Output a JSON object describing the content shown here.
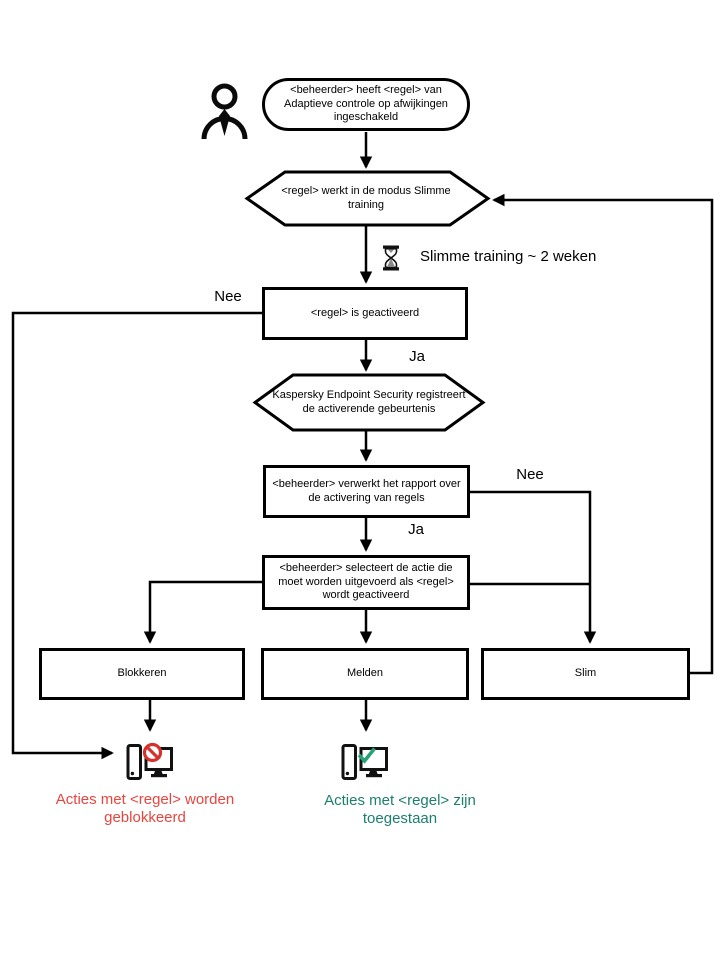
{
  "nodes": {
    "start": {
      "lines": [
        "<beheerder> heeft <regel> van",
        "Adaptieve controle op afwijkingen",
        "ingeschakeld"
      ]
    },
    "training_mode": {
      "lines": [
        "<regel> werkt in de modus Slimme",
        "training"
      ]
    },
    "rule_triggered": {
      "lines": [
        "<regel> is geactiveerd"
      ]
    },
    "kes_registers": {
      "lines": [
        "Kaspersky Endpoint Security registreert",
        "de activerende gebeurtenis"
      ]
    },
    "admin_report": {
      "lines": [
        "<beheerder> verwerkt het rapport over",
        "de activering van regels"
      ]
    },
    "admin_action": {
      "lines": [
        "<beheerder> selecteert de actie die",
        "moet worden uitgevoerd als <regel>",
        "wordt geactiveerd"
      ]
    },
    "block": {
      "label": "Blokkeren"
    },
    "notify": {
      "label": "Melden"
    },
    "smart": {
      "label": "Slim"
    }
  },
  "labels": {
    "no_left": "Nee",
    "yes_top": "Ja",
    "no_right": "Nee",
    "yes_bottom": "Ja",
    "training_duration": "Slimme training ~ 2 weken"
  },
  "outcomes": {
    "blocked": {
      "lines": [
        "Acties met <regel> worden",
        "geblokkeerd"
      ],
      "color": "#e8453f"
    },
    "allowed": {
      "lines": [
        "Acties met <regel> zijn toegestaan"
      ],
      "color": "#1c7f6e"
    }
  },
  "icons": {
    "person": "person-icon",
    "hourglass": "hourglass-icon",
    "computer_blocked": "computer-blocked-icon",
    "computer_allowed": "computer-allowed-icon"
  },
  "colors": {
    "line": "#000000",
    "prohibition_sign": "#d5312d",
    "checkmark": "#27a17a",
    "blocked_text": "#e8453f",
    "allowed_text": "#1c7f6e"
  }
}
